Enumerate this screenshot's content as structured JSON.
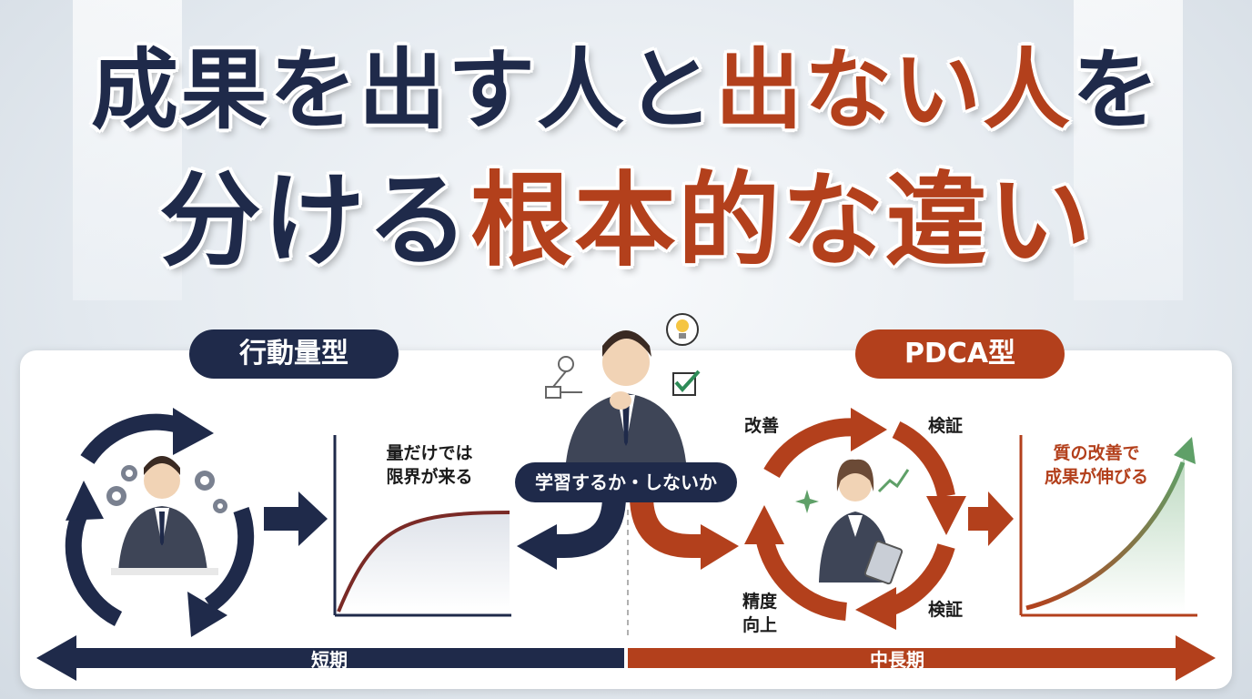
{
  "title": {
    "line1_navy_a": "成果を出す人と",
    "line1_rust": "出ない人",
    "line1_navy_b": "を",
    "line2_navy": "分ける",
    "line2_rust": "根本的な違い"
  },
  "left": {
    "pill": "行動量型",
    "graph_note": [
      "量だけでは",
      "限界が来る"
    ]
  },
  "center": {
    "question": "学習するか・しないか"
  },
  "right": {
    "pill": "PDCA型",
    "cycle": {
      "top_left": "改善",
      "top_right": "検証",
      "bottom_left": [
        "精度",
        "向上"
      ],
      "bottom_right": "検証"
    },
    "graph_note": [
      "質の改善で",
      "成果が伸びる"
    ]
  },
  "timeline": {
    "short": "短期",
    "long": "中長期"
  },
  "colors": {
    "navy": "#1f2a4a",
    "rust": "#b3401c",
    "green": "#5fa068"
  },
  "icons": [
    "gear-icon",
    "lightbulb-icon",
    "checkmark-icon",
    "tablet-icon",
    "person-icon"
  ]
}
